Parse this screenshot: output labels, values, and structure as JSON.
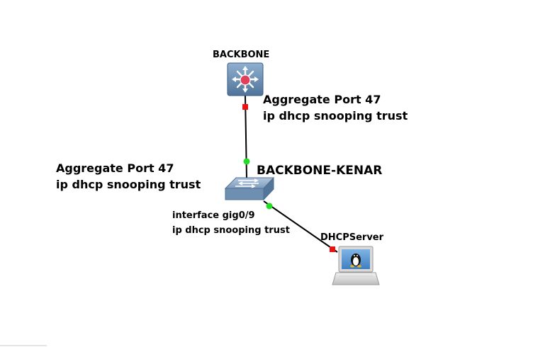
{
  "nodes": {
    "backbone": {
      "name": "BACKBONE",
      "icon": "layer3-switch-icon"
    },
    "kenar": {
      "name": "BACKBONE-KENAR",
      "icon": "layer2-switch-icon"
    },
    "dhcp": {
      "name": "DHCPServer",
      "icon": "linux-server-icon"
    }
  },
  "annotations": {
    "backbone_port": [
      "Aggregate Port 47",
      "ip dhcp snooping trust"
    ],
    "kenar_uplink": [
      "Aggregate Port 47",
      "ip dhcp snooping trust"
    ],
    "kenar_server_port": [
      "interface gig0/9",
      "ip dhcp snooping trust"
    ]
  },
  "colors": {
    "link": "#000000",
    "port_up": "#22dd22",
    "port_down": "#ee1111",
    "device_blue": "#5a7ea4"
  }
}
